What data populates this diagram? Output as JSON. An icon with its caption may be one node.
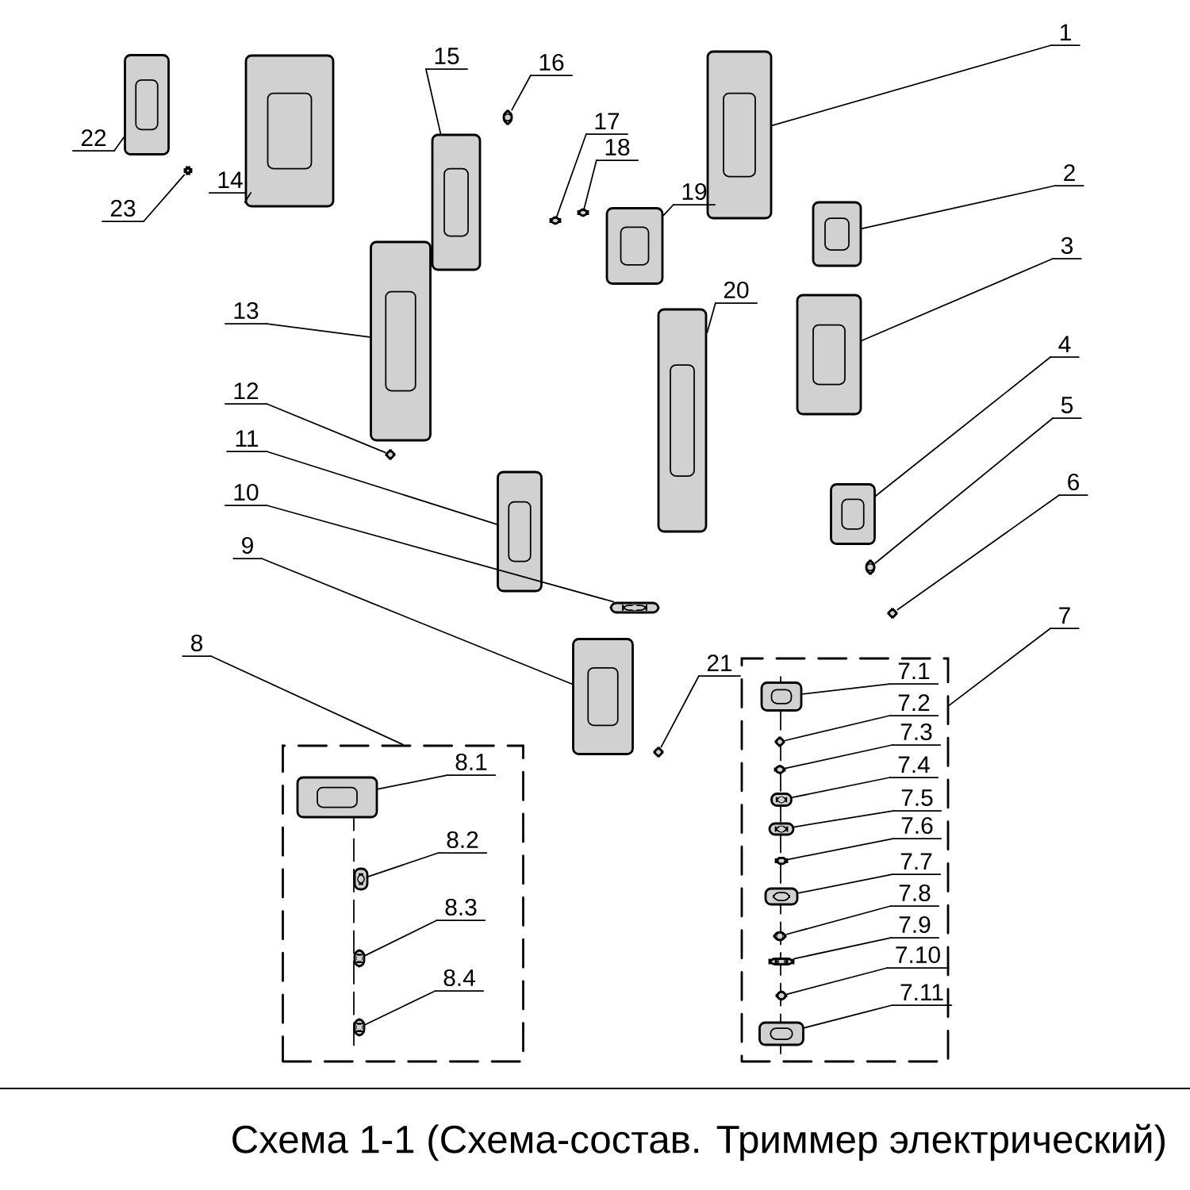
{
  "diagram": {
    "caption": "Схема 1-1 (Схема-состав. Триммер электрический)",
    "nodes": [
      {
        "text": [
          "1"
        ]
      },
      {
        "text": [],
        "shape": "picture"
      },
      {
        "text": [
          "2"
        ]
      },
      {
        "text": [],
        "shape": "picture"
      },
      {
        "text": [
          "3"
        ]
      },
      {
        "text": [],
        "shape": "picture"
      },
      {
        "text": [
          "4"
        ]
      },
      {
        "text": [],
        "shape": "picture"
      },
      {
        "text": [
          "5"
        ]
      },
      {
        "text": [],
        "shape": "picture"
      },
      {
        "text": [
          "6"
        ]
      },
      {
        "text": [],
        "shape": "picture"
      },
      {
        "text": [
          "7"
        ]
      },
      {
        "text": [],
        "shape": "box"
      },
      {
        "text": [
          "7.1"
        ],
        "in": 13
      },
      {
        "text": [],
        "shape": "picture",
        "in": 13
      },
      {
        "text": [
          "7.2"
        ],
        "in": 13
      },
      {
        "text": [],
        "shape": "picture",
        "in": 13
      },
      {
        "text": [
          "7.3"
        ],
        "in": 13
      },
      {
        "text": [],
        "shape": "picture",
        "in": 13
      },
      {
        "text": [
          "7.4"
        ],
        "in": 13
      },
      {
        "text": [],
        "shape": "picture",
        "in": 13
      },
      {
        "text": [
          "7.5"
        ],
        "in": 13
      },
      {
        "text": [],
        "shape": "picture",
        "in": 13
      },
      {
        "text": [
          "7.6"
        ],
        "in": 13
      },
      {
        "text": [],
        "shape": "picture",
        "in": 13
      },
      {
        "text": [
          "7.7"
        ],
        "in": 13
      },
      {
        "text": [],
        "shape": "picture",
        "in": 13
      },
      {
        "text": [
          "7.8"
        ],
        "in": 13
      },
      {
        "text": [],
        "shape": "picture",
        "in": 13
      },
      {
        "text": [
          "7.9"
        ],
        "in": 13
      },
      {
        "text": [],
        "shape": "picture",
        "in": 13
      },
      {
        "text": [
          "7.10"
        ],
        "in": 13
      },
      {
        "text": [],
        "shape": "picture",
        "in": 13
      },
      {
        "text": [
          "7.11"
        ],
        "in": 13
      },
      {
        "text": [],
        "shape": "picture",
        "in": 13
      },
      {
        "text": [
          "8"
        ]
      },
      {
        "text": [],
        "shape": "box"
      },
      {
        "text": [
          "8.1"
        ],
        "in": 37
      },
      {
        "text": [],
        "shape": "picture",
        "in": 37
      },
      {
        "text": [
          "8.2"
        ],
        "in": 37
      },
      {
        "text": [],
        "shape": "picture",
        "in": 37
      },
      {
        "text": [
          "8.3"
        ],
        "in": 37
      },
      {
        "text": [],
        "shape": "picture",
        "in": 37
      },
      {
        "text": [
          "8.4"
        ],
        "in": 37
      },
      {
        "text": [],
        "shape": "picture",
        "in": 37
      },
      {
        "text": [
          "9"
        ]
      },
      {
        "text": [],
        "shape": "picture"
      },
      {
        "text": [
          "10"
        ]
      },
      {
        "text": [],
        "shape": "picture"
      },
      {
        "text": [
          "11"
        ]
      },
      {
        "text": [],
        "shape": "picture"
      },
      {
        "text": [
          "12"
        ]
      },
      {
        "text": [],
        "shape": "picture"
      },
      {
        "text": [
          "13"
        ]
      },
      {
        "text": [],
        "shape": "picture"
      },
      {
        "text": [
          "14"
        ]
      },
      {
        "text": [],
        "shape": "picture"
      },
      {
        "text": [
          "15"
        ]
      },
      {
        "text": [],
        "shape": "picture"
      },
      {
        "text": [
          "16"
        ]
      },
      {
        "text": [],
        "shape": "picture"
      },
      {
        "text": [
          "17"
        ]
      },
      {
        "text": [],
        "shape": "picture"
      },
      {
        "text": [
          "18"
        ]
      },
      {
        "text": [],
        "shape": "picture"
      },
      {
        "text": [
          "19"
        ]
      },
      {
        "text": [],
        "shape": "picture"
      },
      {
        "text": [
          "20"
        ]
      },
      {
        "text": [],
        "shape": "picture"
      },
      {
        "text": [
          "21"
        ]
      },
      {
        "text": [],
        "shape": "picture"
      },
      {
        "text": [
          "22"
        ]
      },
      {
        "text": [],
        "shape": "picture"
      },
      {
        "text": [
          "23"
        ]
      },
      {
        "text": [],
        "shape": "picture"
      }
    ],
    "edges": [
      {
        "from": 0,
        "to": 1,
        "arrow": "none"
      },
      {
        "from": 2,
        "to": 3,
        "arrow": "none"
      },
      {
        "from": 4,
        "to": 5,
        "arrow": "none"
      },
      {
        "from": 6,
        "to": 7,
        "arrow": "none"
      },
      {
        "from": 8,
        "to": 9,
        "arrow": "none"
      },
      {
        "from": 10,
        "to": 11,
        "arrow": "none"
      },
      {
        "from": 12,
        "to": 13,
        "arrow": "none"
      },
      {
        "from": 14,
        "to": 15,
        "arrow": "none"
      },
      {
        "from": 16,
        "to": 17,
        "arrow": "none"
      },
      {
        "from": 18,
        "to": 19,
        "arrow": "none"
      },
      {
        "from": 20,
        "to": 21,
        "arrow": "none"
      },
      {
        "from": 22,
        "to": 23,
        "arrow": "none"
      },
      {
        "from": 24,
        "to": 25,
        "arrow": "none"
      },
      {
        "from": 26,
        "to": 27,
        "arrow": "none"
      },
      {
        "from": 28,
        "to": 29,
        "arrow": "none"
      },
      {
        "from": 30,
        "to": 31,
        "arrow": "none"
      },
      {
        "from": 32,
        "to": 33,
        "arrow": "none"
      },
      {
        "from": 34,
        "to": 35,
        "arrow": "none"
      },
      {
        "from": 36,
        "to": 37,
        "arrow": "none"
      },
      {
        "from": 38,
        "to": 39,
        "arrow": "none"
      },
      {
        "from": 40,
        "to": 41,
        "arrow": "none"
      },
      {
        "from": 42,
        "to": 43,
        "arrow": "none"
      },
      {
        "from": 44,
        "to": 45,
        "arrow": "none"
      },
      {
        "from": 46,
        "to": 47,
        "arrow": "none"
      },
      {
        "from": 48,
        "to": 49,
        "arrow": "none"
      },
      {
        "from": 50,
        "to": 51,
        "arrow": "none"
      },
      {
        "from": 52,
        "to": 53,
        "arrow": "none"
      },
      {
        "from": 54,
        "to": 55,
        "arrow": "none"
      },
      {
        "from": 56,
        "to": 57,
        "arrow": "none"
      },
      {
        "from": 58,
        "to": 59,
        "arrow": "none"
      },
      {
        "from": 60,
        "to": 61,
        "arrow": "none"
      },
      {
        "from": 62,
        "to": 63,
        "arrow": "none"
      },
      {
        "from": 64,
        "to": 65,
        "arrow": "none"
      },
      {
        "from": 66,
        "to": 67,
        "arrow": "none"
      },
      {
        "from": 68,
        "to": 69,
        "arrow": "none"
      },
      {
        "from": 70,
        "to": 71,
        "arrow": "none"
      },
      {
        "from": 72,
        "to": 73,
        "arrow": "none"
      },
      {
        "from": 74,
        "to": 75,
        "arrow": "none"
      }
    ]
  }
}
